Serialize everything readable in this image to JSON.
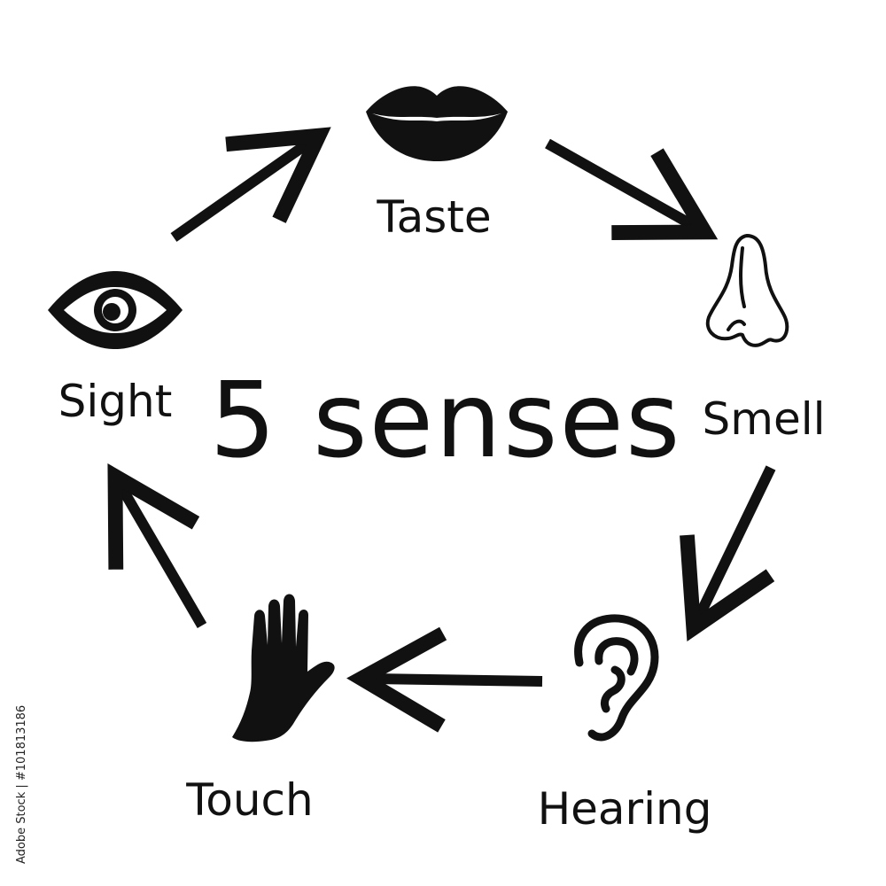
{
  "diagram": {
    "title": "5 senses",
    "senses": [
      {
        "id": "taste",
        "label": "Taste",
        "icon": "lips-icon"
      },
      {
        "id": "smell",
        "label": "Smell",
        "icon": "nose-icon"
      },
      {
        "id": "hearing",
        "label": "Hearing",
        "icon": "ear-icon"
      },
      {
        "id": "touch",
        "label": "Touch",
        "icon": "hand-icon"
      },
      {
        "id": "sight",
        "label": "Sight",
        "icon": "eye-icon"
      }
    ],
    "edges": [
      {
        "from": "sight",
        "to": "taste"
      },
      {
        "from": "taste",
        "to": "smell"
      },
      {
        "from": "smell",
        "to": "hearing"
      },
      {
        "from": "hearing",
        "to": "touch"
      },
      {
        "from": "touch",
        "to": "sight"
      }
    ]
  },
  "credit": "Adobe Stock | #101813186",
  "colors": {
    "ink": "#111111",
    "background": "#ffffff"
  }
}
